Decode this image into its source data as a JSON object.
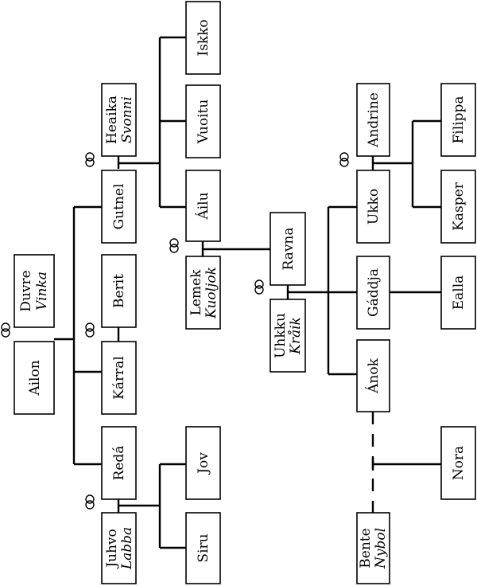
{
  "people": {
    "ailon": "Ailon",
    "duvre": "Duvre",
    "vinka": "Vinka",
    "gutnel": "Gutnel",
    "heaika": "Heaika",
    "svonni": "Svonni",
    "iskko": "Iskko",
    "vuoitu": "Vuoitu",
    "ailu": "Áilu",
    "lemek": "Lemek",
    "kuoljok": "Kuoljok",
    "berit": "Berit",
    "karral": "Kárral",
    "reda": "Redá",
    "jov": "Jov",
    "siru": "Siru",
    "juhvo": "Juhvo",
    "labba": "Labba",
    "ravna": "Ravna",
    "uhkku": "Uhkku",
    "kraik": "Kråik",
    "andrine": "Andrine",
    "filippa": "Filippa",
    "ukko": "Ukko",
    "kasper": "Kasper",
    "gaddja": "Gáddja",
    "ealla": "Ealla",
    "anok": "Ánok",
    "nora": "Nora",
    "bente": "Bente",
    "nybol": "Nybol"
  }
}
